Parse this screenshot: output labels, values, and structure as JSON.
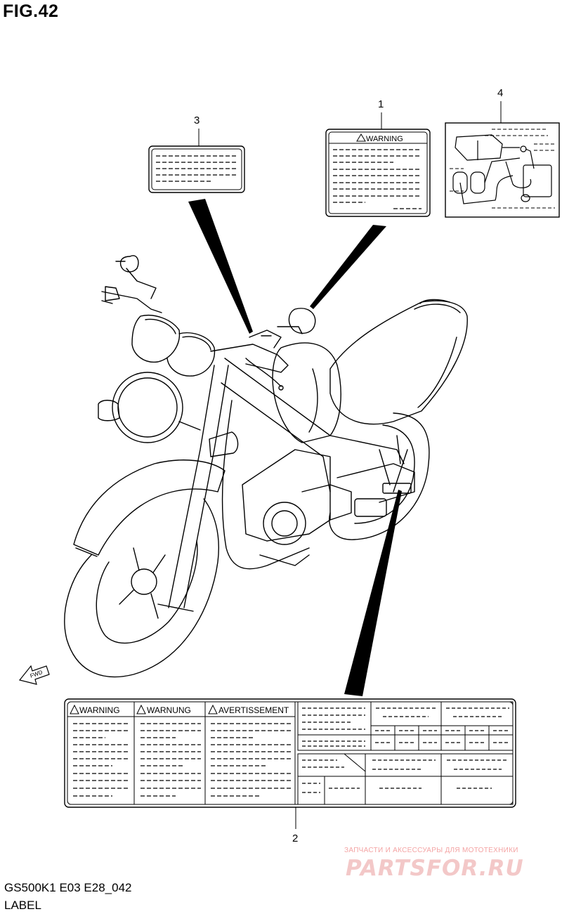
{
  "figure": {
    "title": "FIG.42",
    "model_code": "GS500K1 E03 E28_042",
    "caption": "LABEL"
  },
  "parts": [
    {
      "number": "1"
    },
    {
      "number": "2"
    },
    {
      "number": "3"
    },
    {
      "number": "4"
    }
  ],
  "labels": {
    "warning_1": "WARNING",
    "warning_2_en": "WARNING",
    "warning_2_de": "WARNUNG",
    "warning_2_fr": "AVERTISSEMENT",
    "fwd": "FWD"
  },
  "watermark": {
    "small_text": "ЗАПЧАСТИ И АКСЕССУАРЫ ДЛЯ МОТОТЕХНИКИ",
    "logo_text": "PARTSFOR.RU"
  },
  "colors": {
    "line": "#000000",
    "background": "#ffffff",
    "watermark": "#f3c8c8"
  }
}
